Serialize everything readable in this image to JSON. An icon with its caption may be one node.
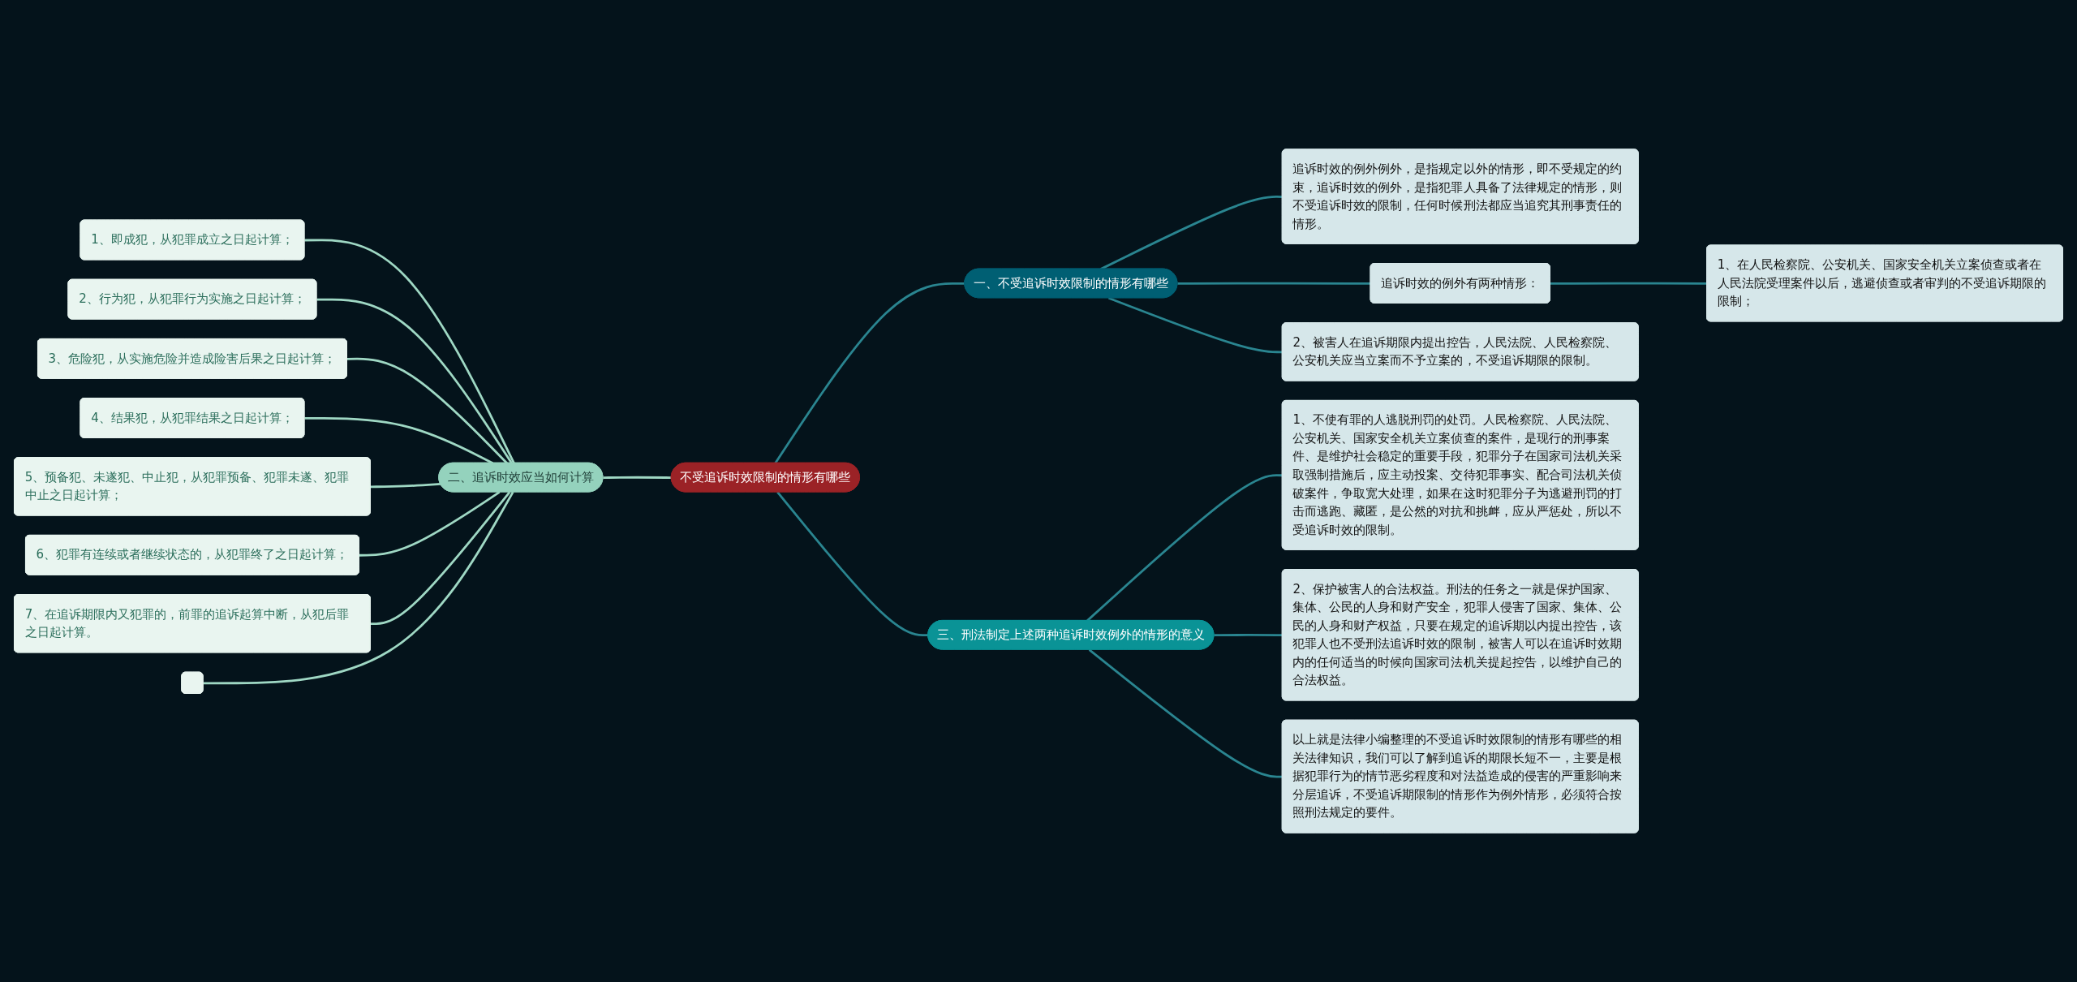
{
  "diagram": {
    "nodes": [
      {
        "text": [
          "不受追诉时效限制的情形有哪些"
        ]
      },
      {
        "text": [
          "一、不受追诉时效限制的情形有哪些"
        ]
      },
      {
        "text": [
          "追诉时效的例外例外，是指规定以外的情形，即不受规定的约束，追诉时效的例外，是指犯罪人具备了法律规定的情形，则不受追诉时效的限制，任何时候刑法都应当追究其刑事责任的情形。"
        ]
      },
      {
        "text": [
          "追诉时效的例外有两种情形："
        ]
      },
      {
        "text": [
          "1、在人民检察院、公安机关、国家安全机关立案侦查或者在人民法院受理案件以后，逃避侦查或者审判的不受追诉期限的限制；"
        ]
      },
      {
        "text": [
          "2、被害人在追诉期限内提出控告，人民法院、人民检察院、公安机关应当立案而不予立案的，不受追诉期限的限制。"
        ]
      },
      {
        "text": [
          "二、追诉时效应当如何计算"
        ]
      },
      {
        "text": [
          "1、即成犯，从犯罪成立之日起计算；"
        ]
      },
      {
        "text": [
          "2、行为犯，从犯罪行为实施之日起计算；"
        ]
      },
      {
        "text": [
          "3、危险犯，从实施危险并造成险害后果之日起计算；"
        ]
      },
      {
        "text": [
          "4、结果犯，从犯罪结果之日起计算；"
        ]
      },
      {
        "text": [
          "5、预备犯、未遂犯、中止犯，从犯罪预备、犯罪未遂、犯罪中止之日起计算；"
        ]
      },
      {
        "text": [
          "6、犯罪有连续或者继续状态的，从犯罪终了之日起计算；"
        ]
      },
      {
        "text": [
          "7、在追诉期限内又犯罪的，前罪的追诉起算中断，从犯后罪之日起计算。"
        ]
      },
      {
        "text": [],
        "shape": "box"
      },
      {
        "text": [
          "三、刑法制定上述两种追诉时效例外的情形的意义"
        ]
      },
      {
        "text": [
          "1、不使有罪的人逃脱刑罚的处罚。人民检察院、人民法院、公安机关、国家安全机关立案侦查的案件，是现行的刑事案件、是维护社会稳定的重要手段，犯罪分子在国家司法机关采取强制措施后，应主动投案、交待犯罪事实、配合司法机关侦破案件，争取宽大处理，如果在这时犯罪分子为逃避刑罚的打击而逃跑、藏匿，是公然的对抗和挑衅，应从严惩处，所以不受追诉时效的限制。"
        ]
      },
      {
        "text": [
          "2、保护被害人的合法权益。刑法的任务之一就是保护国家、集体、公民的人身和财产安全，犯罪人侵害了国家、集体、公民的人身和财产权益，只要在规定的追诉期以内提出控告，该犯罪人也不受刑法追诉时效的限制，被害人可以在追诉时效期内的任何适当的时候向国家司法机关提起控告，以维护自己的合法权益。"
        ]
      },
      {
        "text": [
          "以上就是法律小编整理的不受追诉时效限制的情形有哪些的相关法律知识，我们可以了解到追诉的期限长短不一，主要是根据犯罪行为的情节恶劣程度和对法益造成的侵害的严重影响来分层追诉，不受追诉期限制的情形作为例外情形，必须符合按照刑法规定的要件。"
        ]
      }
    ],
    "edges": [
      {
        "from": 0,
        "to": 1,
        "arrow": "none"
      },
      {
        "from": 1,
        "to": 2,
        "arrow": "none"
      },
      {
        "from": 1,
        "to": 3,
        "arrow": "none"
      },
      {
        "from": 3,
        "to": 4,
        "arrow": "none"
      },
      {
        "from": 1,
        "to": 5,
        "arrow": "none"
      },
      {
        "from": 6,
        "to": 0,
        "arrow": "none",
        "color": "#9fd8c4"
      },
      {
        "from": 7,
        "to": 6,
        "arrow": "none",
        "color": "#9fd8c4"
      },
      {
        "from": 8,
        "to": 6,
        "arrow": "none",
        "color": "#9fd8c4"
      },
      {
        "from": 9,
        "to": 6,
        "arrow": "none",
        "color": "#9fd8c4"
      },
      {
        "from": 10,
        "to": 6,
        "arrow": "none",
        "color": "#9fd8c4"
      },
      {
        "from": 11,
        "to": 6,
        "arrow": "none",
        "color": "#9fd8c4"
      },
      {
        "from": 12,
        "to": 6,
        "arrow": "none",
        "color": "#9fd8c4"
      },
      {
        "from": 13,
        "to": 6,
        "arrow": "none",
        "color": "#9fd8c4"
      },
      {
        "from": 14,
        "to": 6,
        "arrow": "none",
        "color": "#9fd8c4"
      },
      {
        "from": 0,
        "to": 15,
        "arrow": "none"
      },
      {
        "from": 15,
        "to": 16,
        "arrow": "none"
      },
      {
        "from": 15,
        "to": 17,
        "arrow": "none"
      },
      {
        "from": 15,
        "to": 18,
        "arrow": "none"
      }
    ]
  }
}
